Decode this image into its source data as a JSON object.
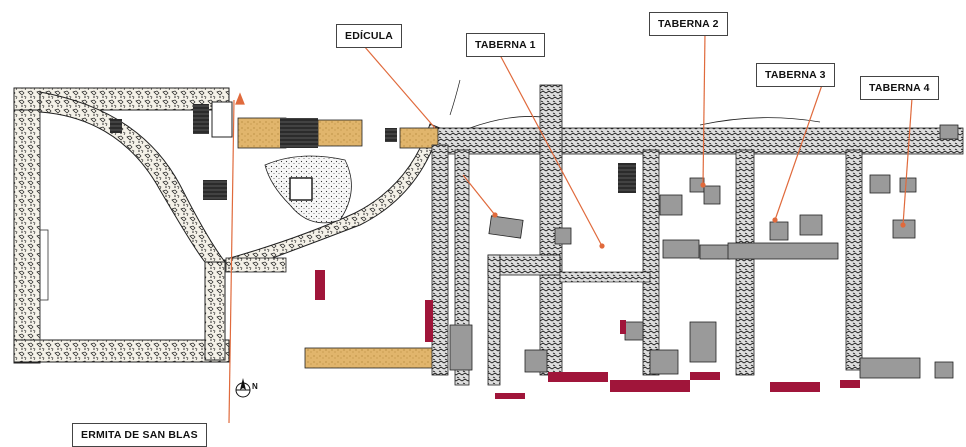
{
  "labels": {
    "edicula": "EDÍCULA",
    "taberna1": "TABERNA 1",
    "taberna2": "TABERNA 2",
    "taberna3": "TABERNA 3",
    "taberna4": "TABERNA 4",
    "ermita": "ERMITA DE SAN BLAS"
  },
  "north_letter": "N",
  "colors": {
    "wall_fill": "#f2efe6",
    "wall_stroke": "#222222",
    "ochre": "#e1b56c",
    "dark_block": "#2b2b2b",
    "gray_block": "#9a9a9a",
    "remains_red": "#a0153a",
    "pointer_line": "#e06a3c"
  }
}
